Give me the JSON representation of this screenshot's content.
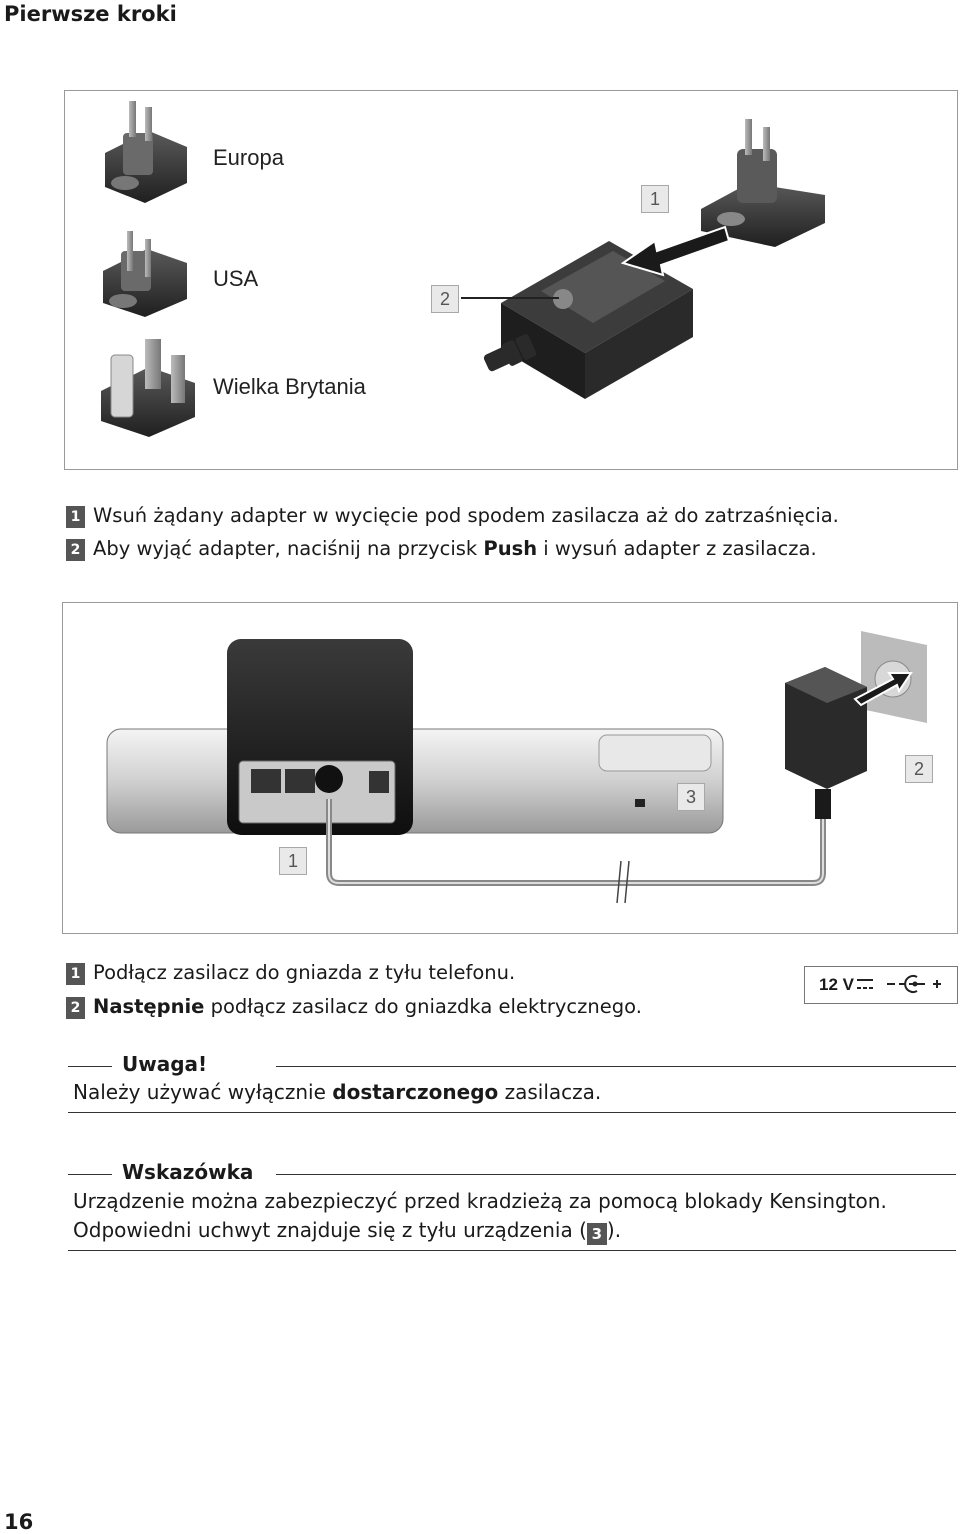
{
  "section_title": "Pierwsze kroki",
  "figure1": {
    "labels": [
      "Europa",
      "USA",
      "Wielka Brytania"
    ],
    "callouts": [
      "1",
      "2"
    ]
  },
  "steps1": {
    "step1": {
      "num": "1",
      "text": "Wsuń żądany adapter w wycięcie pod spodem zasilacza aż do zatrzaśnięcia."
    },
    "step2": {
      "num": "2",
      "pre": "Aby wyjąć adapter, naciśnij na przycisk ",
      "bold": "Push",
      "post": " i wysuń adapter z zasilacza."
    }
  },
  "figure2": {
    "callouts": [
      "1",
      "2",
      "3"
    ]
  },
  "steps2": {
    "step1": {
      "num": "1",
      "text": "Podłącz zasilacz do gniazda z tyłu telefonu."
    },
    "step2": {
      "num": "2",
      "bold": "Następnie",
      "post": " podłącz zasilacz do gniazdka elektrycznego."
    }
  },
  "voltage_label": "12 V",
  "warning": {
    "title": "Uwaga!",
    "pre": "Należy używać wyłącznie ",
    "bold": "dostarczonego",
    "post": " zasilacza."
  },
  "tip": {
    "title": "Wskazówka",
    "line1": "Urządzenie można zabezpieczyć przed kradzieżą za pomocą blokady Kensington.",
    "line2_pre": "Odpowiedni uchwyt znajduje się z tyłu urządzenia (",
    "line2_num": "3",
    "line2_post": ")."
  },
  "page_number": "16",
  "colors": {
    "text": "#1a1a1a",
    "callout_bg": "#e9e9e9",
    "badge": "#555555",
    "border": "#9a9a9a"
  }
}
